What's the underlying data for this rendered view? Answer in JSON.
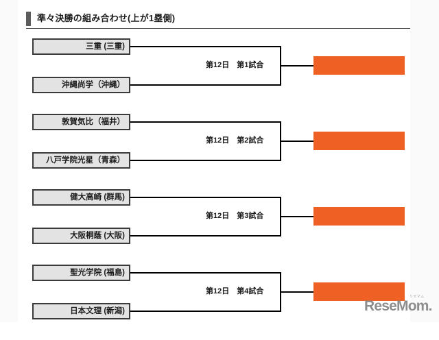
{
  "header": {
    "title": "準々決勝の組み合わせ(上が1塁側)",
    "accent_color": "#5c5c5c"
  },
  "colors": {
    "winner_box": "#ef6024",
    "team_box_fill": "#e3e3e3",
    "team_box_border": "#3a3a3a",
    "line": "#000000"
  },
  "brackets": [
    {
      "top_team": "三重 (三重)",
      "bottom_team": "沖縄尚学（沖縄）",
      "match_label": "第12日　第1試合",
      "winner": ""
    },
    {
      "top_team": "敦賀気比（福井）",
      "bottom_team": "八戸学院光星（青森）",
      "match_label": "第12日　第2試合",
      "winner": ""
    },
    {
      "top_team": "健大高崎 (群馬)",
      "bottom_team": "大阪桐蔭 (大阪)",
      "match_label": "第12日　第3試合",
      "winner": ""
    },
    {
      "top_team": "聖光学院 (福島)",
      "bottom_team": "日本文理 (新潟)",
      "match_label": "第12日　第4試合",
      "winner": ""
    }
  ],
  "logo": {
    "text": "ReseMom.",
    "ruby": "リセマム"
  }
}
